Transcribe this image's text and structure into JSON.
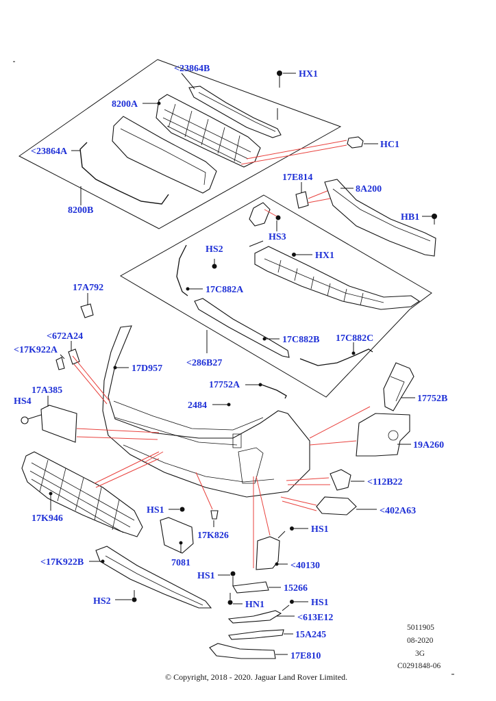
{
  "callouts": {
    "c23864B": "<23864B",
    "HX1_top": "HX1",
    "c8200A": "8200A",
    "HC1": "HC1",
    "c23864A": "<23864A",
    "c8200B": "8200B",
    "c17E814": "17E814",
    "c8A200": "8A200",
    "HB1": "HB1",
    "HS3": "HS3",
    "HS2_mid": "HS2",
    "HX1_mid": "HX1",
    "c17C882A": "17C882A",
    "c17A792": "17A792",
    "c672A24": "<672A24",
    "c17K922A": "<17K922A",
    "c17D957": "17D957",
    "c17C882B": "17C882B",
    "c17C882C": "17C882C",
    "c286B27": "<286B27",
    "c17A385": "17A385",
    "HS4": "HS4",
    "c17752A": "17752A",
    "c17752B": "17752B",
    "c2484": "2484",
    "c19A260": "19A260",
    "c112B22": "<112B22",
    "c17K946": "17K946",
    "c402A63": "<402A63",
    "HS1_a": "HS1",
    "HS1_b": "HS1",
    "c17K826": "17K826",
    "c7081": "7081",
    "c17K922B": "<17K922B",
    "c40130": "<40130",
    "HS1_c": "HS1",
    "c15266": "15266",
    "HS2_low": "HS2",
    "HN1": "HN1",
    "HS1_d": "HS1",
    "c613E12": "<613E12",
    "c15A245": "15A245",
    "c17E810": "17E810"
  },
  "meta": {
    "line1": "5011905",
    "line2": "08-2020",
    "line3": "3G",
    "line4": "C0291848-06"
  },
  "copyright": "© Copyright, 2018 - 2020. Jaguar Land Rover Limited.",
  "colors": {
    "label_blue": "#1d2fd6",
    "red_leader": "#e8403c",
    "line_black": "#111111"
  }
}
